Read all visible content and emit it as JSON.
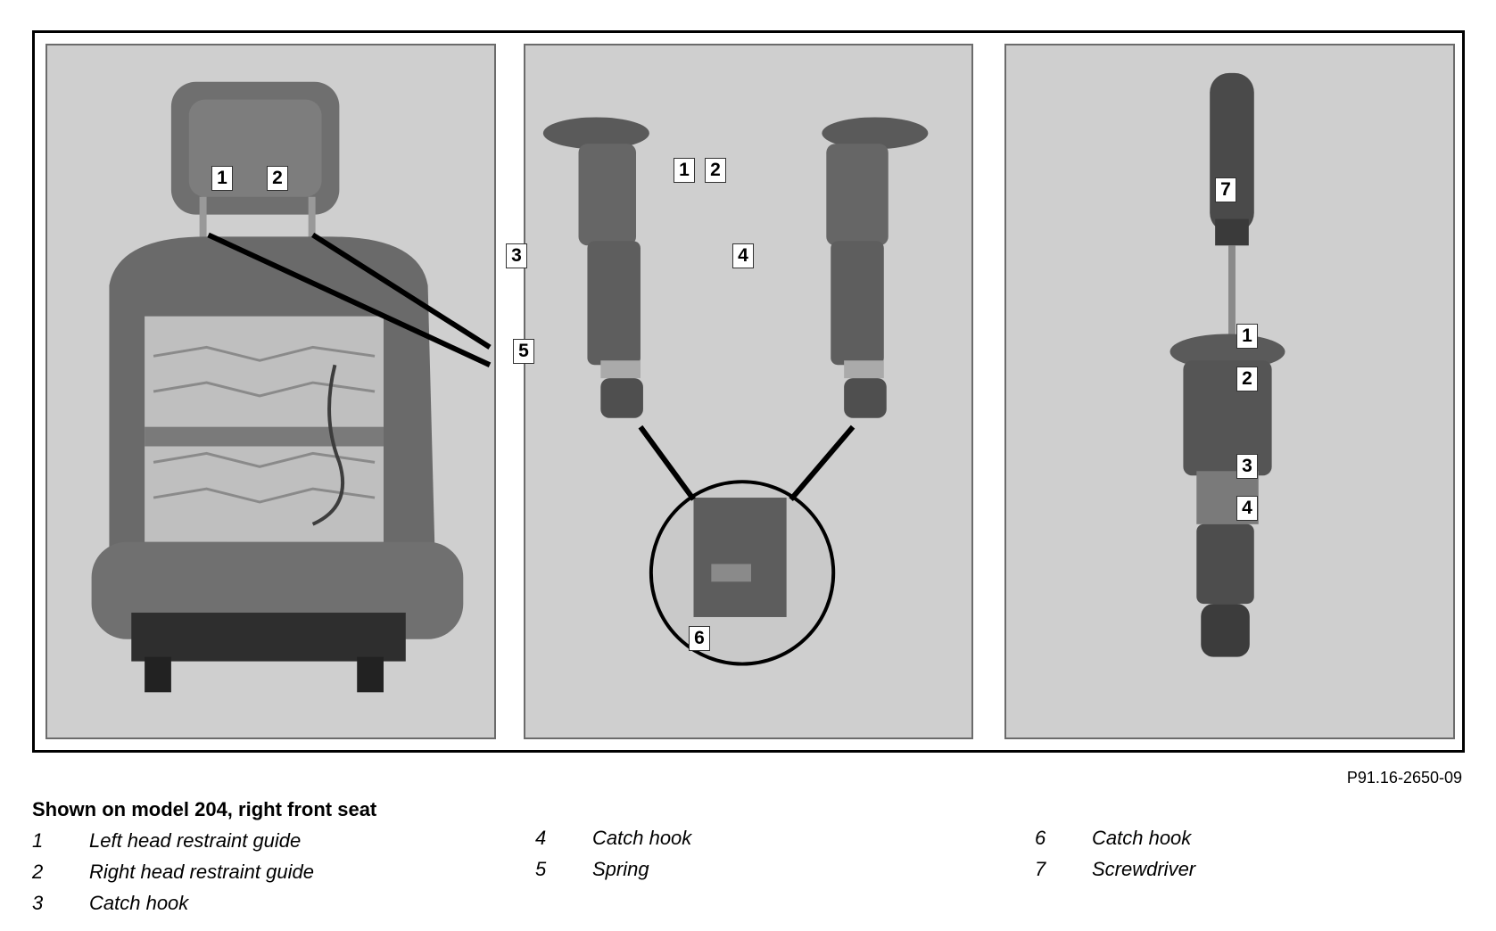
{
  "figure": {
    "reference_code": "P91.16-2650-09",
    "caption": "Shown on model 204, right front seat",
    "callouts": {
      "p1_1": "1",
      "p1_2": "2",
      "p2_1": "1",
      "p2_2": "2",
      "p2_3": "3",
      "p2_4": "4",
      "p2_5": "5",
      "p2_6": "6",
      "p3_7": "7",
      "p3_1": "1",
      "p3_2": "2",
      "p3_3": "3",
      "p3_4": "4"
    }
  },
  "legend": [
    {
      "num": "1",
      "label": "Left head restraint guide"
    },
    {
      "num": "2",
      "label": "Right head restraint guide"
    },
    {
      "num": "3",
      "label": "Catch hook"
    },
    {
      "num": "4",
      "label": "Catch hook"
    },
    {
      "num": "5",
      "label": "Spring"
    },
    {
      "num": "6",
      "label": "Catch hook"
    },
    {
      "num": "7",
      "label": "Screwdriver"
    }
  ]
}
